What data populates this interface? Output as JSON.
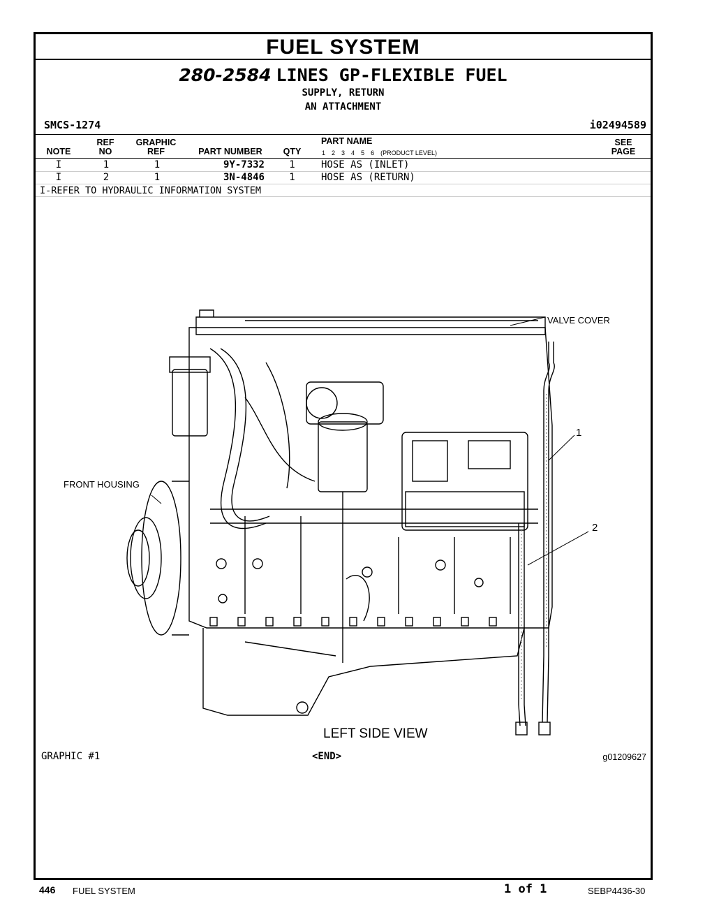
{
  "title": "FUEL SYSTEM",
  "heading": {
    "group_number": "280-2584",
    "group_name": "LINES GP-FLEXIBLE FUEL"
  },
  "subheadings": [
    "SUPPLY, RETURN",
    "AN ATTACHMENT"
  ],
  "smcs": "SMCS-1274",
  "info_number": "i02494589",
  "columns": {
    "note": "NOTE",
    "ref_no": [
      "REF",
      "NO"
    ],
    "graphic_ref": [
      "GRAPHIC",
      "REF"
    ],
    "part_number": "PART NUMBER",
    "qty": "QTY",
    "part_name": "PART NAME",
    "product_levels": [
      "1",
      "2",
      "3",
      "4",
      "5",
      "6",
      "(PRODUCT LEVEL)"
    ],
    "see_page": [
      "SEE",
      "PAGE"
    ]
  },
  "rows": [
    {
      "note": "I",
      "ref_no": "1",
      "graphic_ref": "1",
      "part_number": "9Y-7332",
      "qty": "1",
      "part_name": "HOSE AS (INLET)"
    },
    {
      "note": "I",
      "ref_no": "2",
      "graphic_ref": "1",
      "part_number": "3N-4846",
      "qty": "1",
      "part_name": "HOSE AS (RETURN)"
    }
  ],
  "note_text": "I-REFER TO HYDRAULIC INFORMATION SYSTEM",
  "drawing": {
    "callouts": {
      "valve_cover": "VALVE COVER",
      "front_housing": "FRONT HOUSING",
      "ref1": "1",
      "ref2": "2"
    },
    "view_title": "LEFT SIDE VIEW",
    "graphic_label": "GRAPHIC #1",
    "end_marker": "<END>",
    "graphic_number": "g01209627"
  },
  "footer": {
    "page": "446",
    "section": "FUEL SYSTEM",
    "page_of": "1 of 1",
    "doc_number": "SEBP4436-30"
  }
}
